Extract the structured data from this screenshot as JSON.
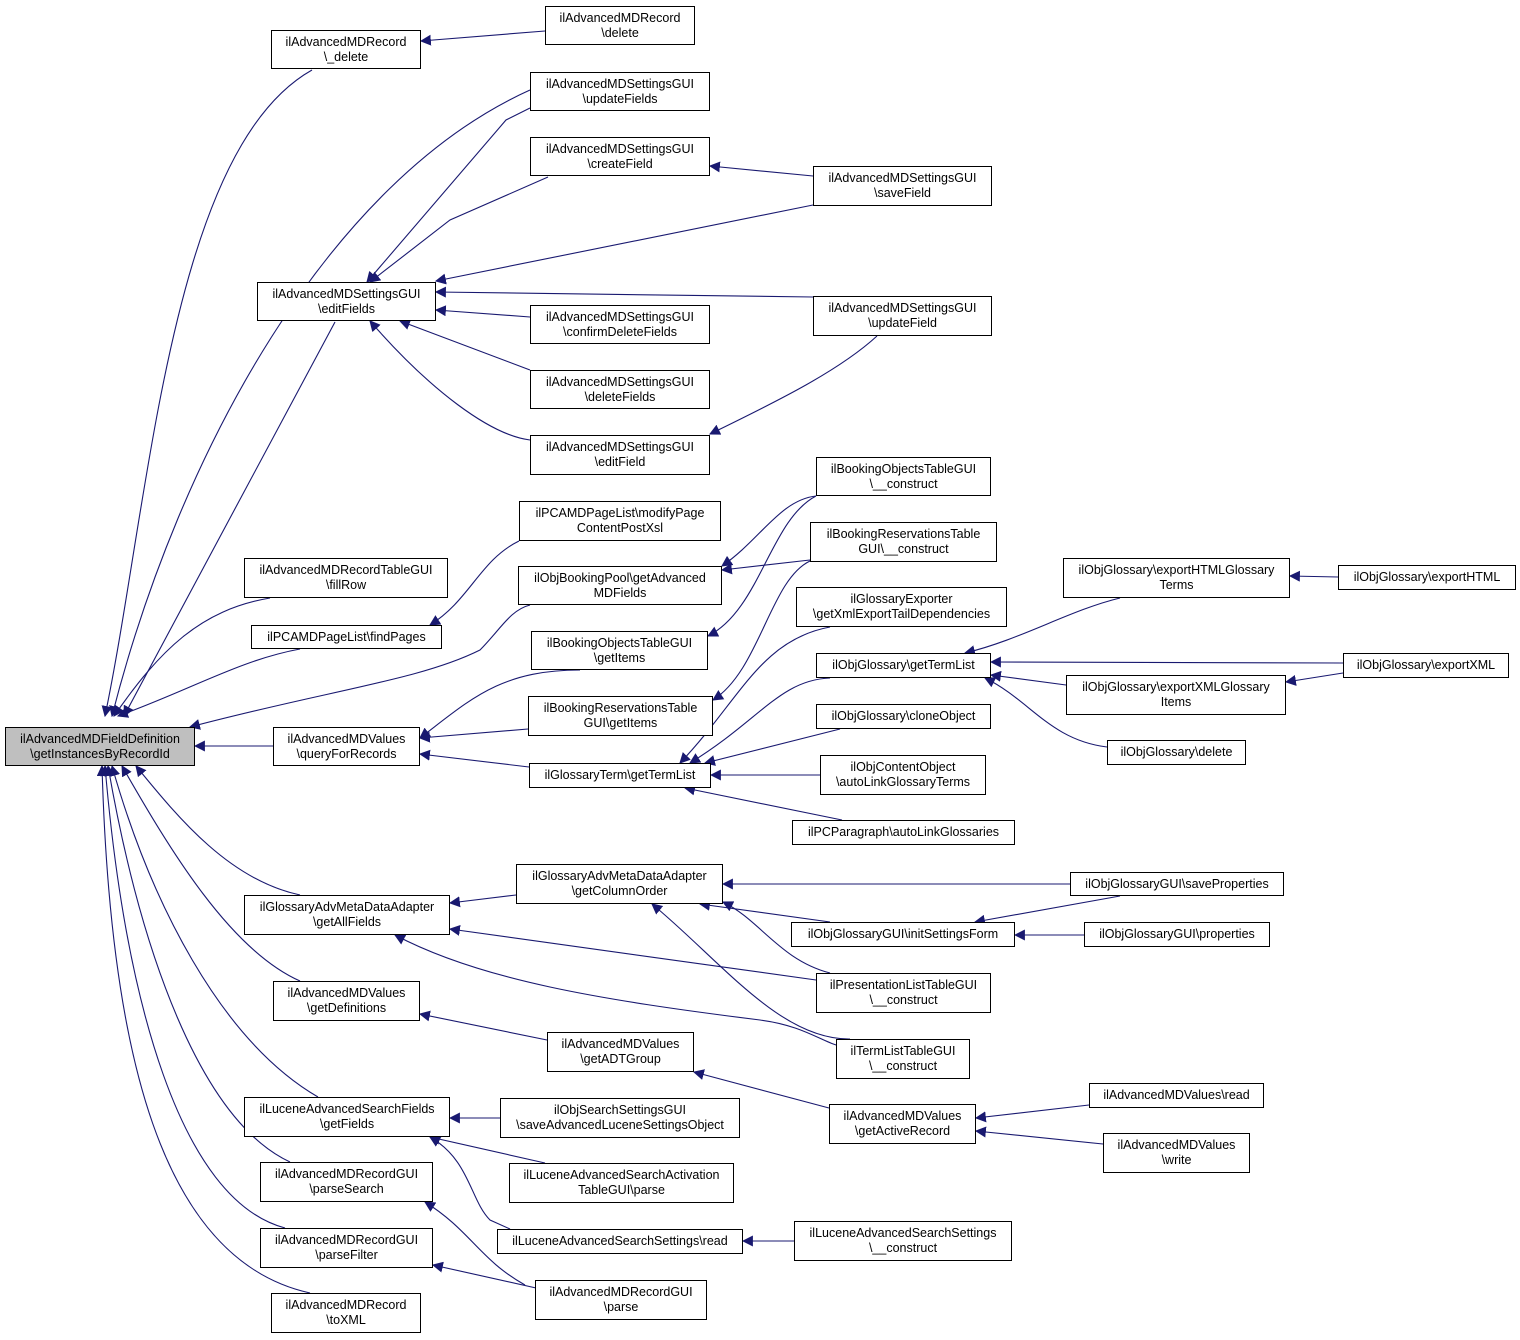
{
  "colors": {
    "edge": "#191970",
    "node_border": "#000000",
    "root_fill": "#bfbfbf",
    "node_fill": "#ffffff"
  },
  "nodes": {
    "root": [
      "ilAdvancedMDFieldDefinition",
      "\\getInstancesByRecordId"
    ],
    "rec_delete": [
      "ilAdvancedMDRecord",
      "\\_delete"
    ],
    "rec_delete2": [
      "ilAdvancedMDRecord",
      "\\delete"
    ],
    "set_updateFields": [
      "ilAdvancedMDSettingsGUI",
      "\\updateFields"
    ],
    "set_createField": [
      "ilAdvancedMDSettingsGUI",
      "\\createField"
    ],
    "set_saveField": [
      "ilAdvancedMDSettingsGUI",
      "\\saveField"
    ],
    "set_editFields": [
      "ilAdvancedMDSettingsGUI",
      "\\editFields"
    ],
    "set_updateField": [
      "ilAdvancedMDSettingsGUI",
      "\\updateField"
    ],
    "set_confirmDeleteFields": [
      "ilAdvancedMDSettingsGUI",
      "\\confirmDeleteFields"
    ],
    "set_deleteFields": [
      "ilAdvancedMDSettingsGUI",
      "\\deleteFields"
    ],
    "set_editField": [
      "ilAdvancedMDSettingsGUI",
      "\\editField"
    ],
    "booking_objects_construct": [
      "ilBookingObjectsTableGUI",
      "\\__construct"
    ],
    "pcamd_modify": [
      "ilPCAMDPageList\\modifyPage",
      "ContentPostXsl"
    ],
    "booking_res_construct": [
      "ilBookingReservationsTable",
      "GUI\\__construct"
    ],
    "rec_table_fillrow": [
      "ilAdvancedMDRecordTableGUI",
      "\\fillRow"
    ],
    "booking_pool_getadv": [
      "ilObjBookingPool\\getAdvanced",
      "MDFields"
    ],
    "glossary_exporter": [
      "ilGlossaryExporter",
      "\\getXmlExportTailDependencies"
    ],
    "glossary_export_html_terms": [
      "ilObjGlossary\\exportHTMLGlossary",
      "Terms"
    ],
    "glossary_export_html": [
      "ilObjGlossary\\exportHTML"
    ],
    "pcamd_findpages": [
      "ilPCAMDPageList\\findPages"
    ],
    "booking_objects_getitems": [
      "ilBookingObjectsTableGUI",
      "\\getItems"
    ],
    "glossary_gettermlist": [
      "ilObjGlossary\\getTermList"
    ],
    "glossary_exportxml": [
      "ilObjGlossary\\exportXML"
    ],
    "glossary_exportxml_items": [
      "ilObjGlossary\\exportXMLGlossary",
      "Items"
    ],
    "booking_res_getitems": [
      "ilBookingReservationsTable",
      "GUI\\getItems"
    ],
    "glossary_cloneobject": [
      "ilObjGlossary\\cloneObject"
    ],
    "mdvalues_query": [
      "ilAdvancedMDValues",
      "\\queryForRecords"
    ],
    "glossary_delete": [
      "ilObjGlossary\\delete"
    ],
    "glossaryterm_gettermlist": [
      "ilGlossaryTerm\\getTermList"
    ],
    "content_autolink": [
      "ilObjContentObject",
      "\\autoLinkGlossaryTerms"
    ],
    "pcparagraph_autolink": [
      "ilPCParagraph\\autoLinkGlossaries"
    ],
    "glossary_adv_getcolumnorder": [
      "ilGlossaryAdvMetaDataAdapter",
      "\\getColumnOrder"
    ],
    "glossarygui_saveprops": [
      "ilObjGlossaryGUI\\saveProperties"
    ],
    "glossary_adv_getallfields": [
      "ilGlossaryAdvMetaDataAdapter",
      "\\getAllFields"
    ],
    "glossarygui_initsettings": [
      "ilObjGlossaryGUI\\initSettingsForm"
    ],
    "glossarygui_properties": [
      "ilObjGlossaryGUI\\properties"
    ],
    "presentation_construct": [
      "ilPresentationListTableGUI",
      "\\__construct"
    ],
    "mdvalues_getdefinitions": [
      "ilAdvancedMDValues",
      "\\getDefinitions"
    ],
    "mdvalues_getadtgroup": [
      "ilAdvancedMDValues",
      "\\getADTGroup"
    ],
    "termlist_construct": [
      "ilTermListTableGUI",
      "\\__construct"
    ],
    "mdvalues_read": [
      "ilAdvancedMDValues\\read"
    ],
    "lucene_getfields": [
      "ilLuceneAdvancedSearchFields",
      "\\getFields"
    ],
    "objsearch_save": [
      "ilObjSearchSettingsGUI",
      "\\saveAdvancedLuceneSettingsObject"
    ],
    "mdvalues_getactive": [
      "ilAdvancedMDValues",
      "\\getActiveRecord"
    ],
    "mdvalues_write": [
      "ilAdvancedMDValues",
      "\\write"
    ],
    "recgui_parsesearch": [
      "ilAdvancedMDRecordGUI",
      "\\parseSearch"
    ],
    "lucene_activation_parse": [
      "ilLuceneAdvancedSearchActivation",
      "TableGUI\\parse"
    ],
    "recgui_parsefilter": [
      "ilAdvancedMDRecordGUI",
      "\\parseFilter"
    ],
    "lucene_settings_read": [
      "ilLuceneAdvancedSearchSettings\\read"
    ],
    "lucene_settings_construct": [
      "ilLuceneAdvancedSearchSettings",
      "\\__construct"
    ],
    "recgui_parse": [
      "ilAdvancedMDRecordGUI",
      "\\parse"
    ],
    "rec_toxml": [
      "ilAdvancedMDRecord",
      "\\toXML"
    ]
  }
}
